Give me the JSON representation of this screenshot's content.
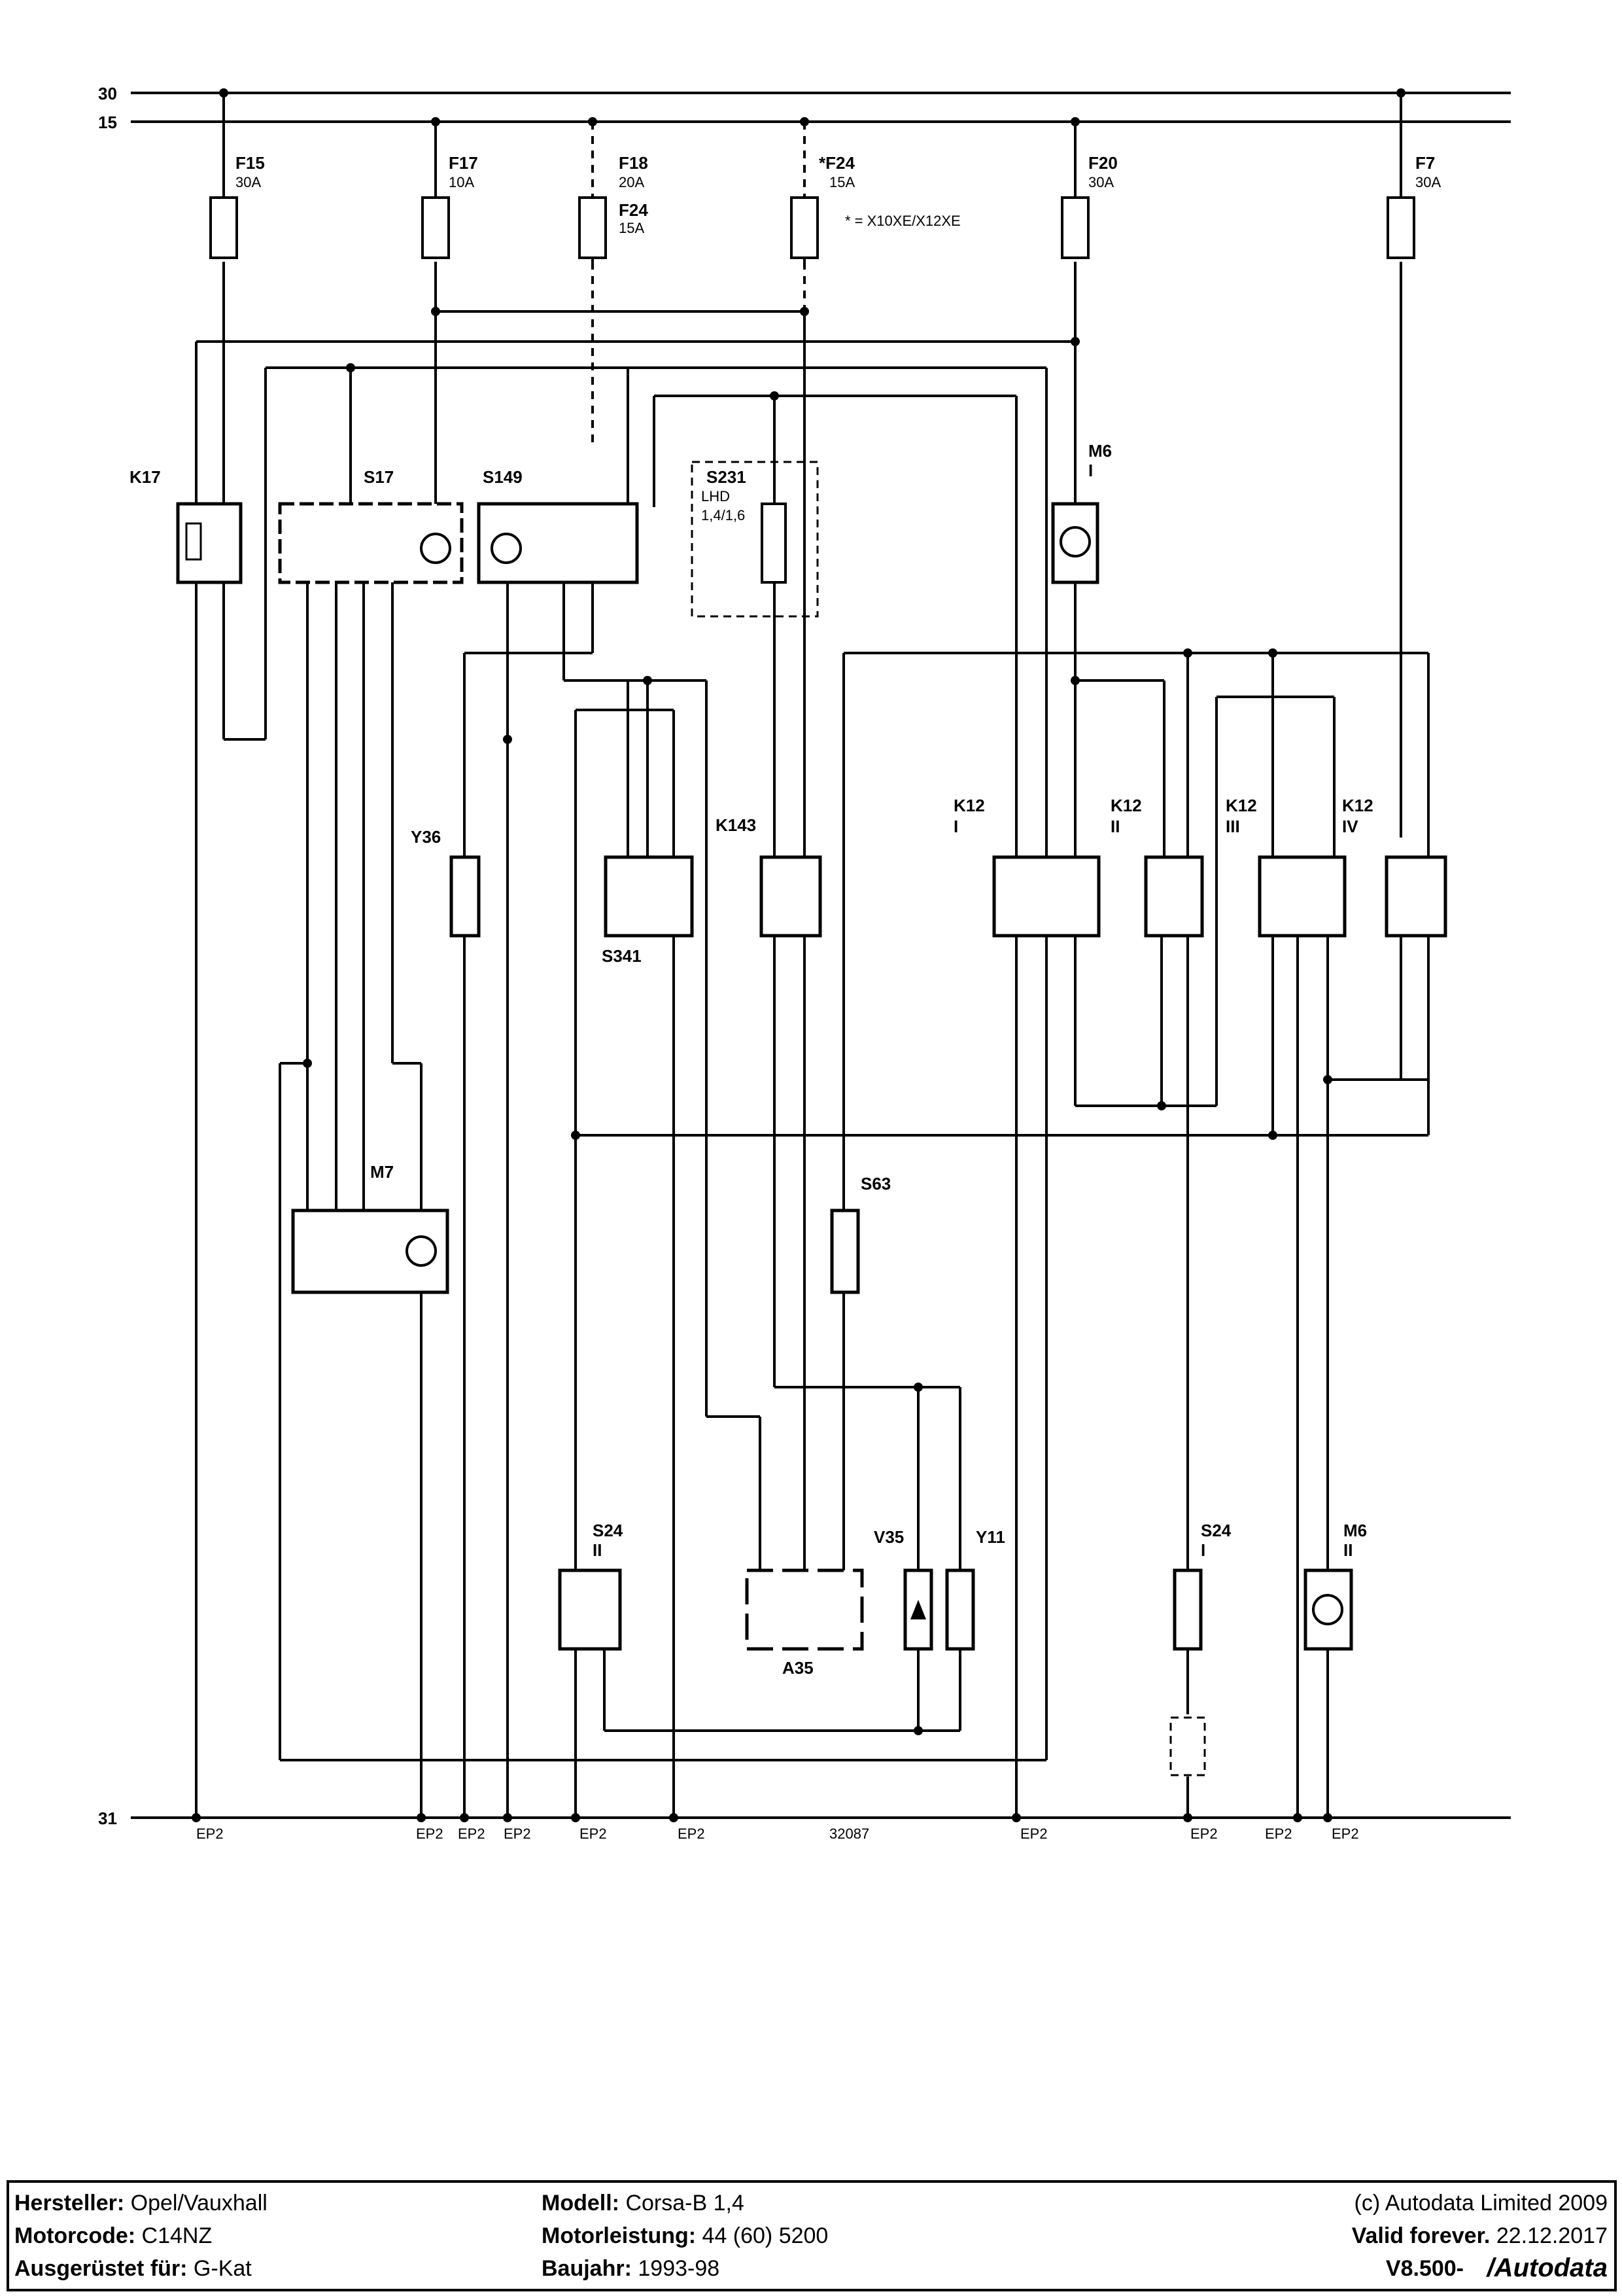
{
  "rails": {
    "top": "30",
    "second": "15",
    "ground": "31"
  },
  "fuses": [
    {
      "name": "F15",
      "rating": "30A"
    },
    {
      "name": "F17",
      "rating": "10A"
    },
    {
      "name": "F18",
      "rating": "20A",
      "alt_name": "F24",
      "alt_rating": "15A"
    },
    {
      "name": "*F24",
      "rating": "15A"
    },
    {
      "name": "F20",
      "rating": "30A"
    },
    {
      "name": "F7",
      "rating": "30A"
    }
  ],
  "fuse_note": "* = X10XE/X12XE",
  "components": {
    "K17": "K17",
    "S17": "S17",
    "S149": "S149",
    "S231": "S231",
    "S231_sub1": "LHD",
    "S231_sub2": "1,4/1,6",
    "M6_I": "M6",
    "M6_I_sub": "I",
    "M6_II": "M6",
    "M6_II_sub": "II",
    "Y36": "Y36",
    "S341": "S341",
    "K143": "K143",
    "K12_I": "K12",
    "K12_I_sub": "I",
    "K12_II": "K12",
    "K12_II_sub": "II",
    "K12_III": "K12",
    "K12_III_sub": "III",
    "K12_IV": "K12",
    "K12_IV_sub": "IV",
    "M7": "M7",
    "S63": "S63",
    "S24_II": "S24",
    "S24_II_sub": "II",
    "S24_I": "S24",
    "S24_I_sub": "I",
    "V35": "V35",
    "Y11": "Y11",
    "A35": "A35"
  },
  "ground_labels": [
    "EP2",
    "EP2",
    "EP2",
    "EP2",
    "EP2",
    "EP2",
    "EP2",
    "EP2",
    "EP2",
    "EP2"
  ],
  "ground_code": "32087",
  "footer": {
    "manufacturer_label": "Hersteller:",
    "manufacturer": "Opel/Vauxhall",
    "engine_label": "Motorcode:",
    "engine": "C14NZ",
    "equipped_label": "Ausgerüstet für:",
    "equipped": "G-Kat",
    "model_label": "Modell:",
    "model": "Corsa-B  1,4",
    "power_label": "Motorleistung:",
    "power": "44 (60) 5200",
    "year_label": "Baujahr:",
    "year": "1993-98",
    "copyright": "(c) Autodata Limited 2009",
    "valid_label": "Valid forever.",
    "valid_date": "22.12.2017",
    "version": "V8.500-",
    "brand": "/Autodata"
  }
}
